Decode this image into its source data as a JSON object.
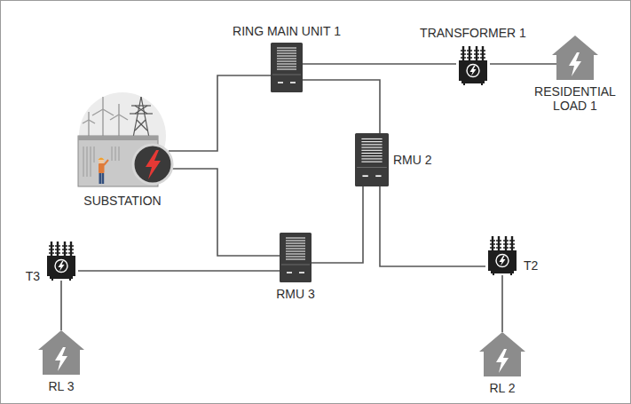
{
  "diagram": {
    "nodes": [
      {
        "text": [
          "RING MAIN UNIT 1"
        ]
      },
      {
        "text": [
          "TRANSFORMER 1"
        ]
      },
      {
        "text": [
          "RESIDENTIAL LOAD 1"
        ]
      },
      {
        "text": [
          "SUBSTATION"
        ]
      },
      {
        "text": [
          "RMU 2"
        ]
      },
      {
        "text": [
          "T3"
        ]
      },
      {
        "text": [
          "RMU 3"
        ]
      },
      {
        "text": [
          "T2"
        ]
      },
      {
        "text": [
          "RL 3"
        ]
      },
      {
        "text": [
          "RL 2"
        ]
      }
    ],
    "edges": [
      {
        "from": 3,
        "to": 0,
        "arrow": "none"
      },
      {
        "from": 0,
        "to": 1,
        "arrow": "none"
      },
      {
        "from": 1,
        "to": 2,
        "arrow": "none"
      },
      {
        "from": 0,
        "to": 4,
        "arrow": "none"
      },
      {
        "from": 3,
        "to": 6,
        "arrow": "none"
      },
      {
        "from": 4,
        "to": 6,
        "arrow": "none"
      },
      {
        "from": 4,
        "to": 7,
        "arrow": "none"
      },
      {
        "from": 6,
        "to": 5,
        "arrow": "none"
      },
      {
        "from": 5,
        "to": 8,
        "arrow": "none"
      },
      {
        "from": 7,
        "to": 9,
        "arrow": "none"
      }
    ]
  }
}
